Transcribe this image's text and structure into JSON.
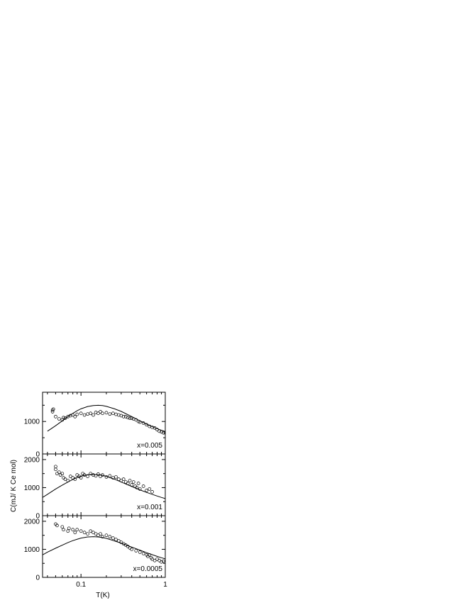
{
  "chart_data": {
    "type": "scatter",
    "xscale": "log",
    "xlim": [
      0.035,
      1
    ],
    "xlabel": "T(K)",
    "ylabel": "C(mJ/ K Ce mol)",
    "x_tick_labels": [
      {
        "value": 0.1,
        "label": "0.1"
      },
      {
        "value": 1,
        "label": "1"
      }
    ],
    "grid": false,
    "panels": [
      {
        "label": "x=0.005",
        "ylim": [
          0,
          1900
        ],
        "y_tick_labels": [
          {
            "value": 0,
            "label": "0"
          },
          {
            "value": 1000,
            "label": "1000"
          }
        ],
        "series": [
          {
            "kind": "markers",
            "marker": "circle",
            "points": [
              [
                0.046,
                1350
              ],
              [
                0.046,
                1300
              ],
              [
                0.047,
                1380
              ],
              [
                0.05,
                1150
              ],
              [
                0.055,
                1080
              ],
              [
                0.06,
                1050
              ],
              [
                0.062,
                1120
              ],
              [
                0.065,
                1100
              ],
              [
                0.07,
                1150
              ],
              [
                0.075,
                1180
              ],
              [
                0.08,
                1200
              ],
              [
                0.085,
                1150
              ],
              [
                0.09,
                1220
              ],
              [
                0.1,
                1250
              ],
              [
                0.11,
                1200
              ],
              [
                0.12,
                1230
              ],
              [
                0.13,
                1250
              ],
              [
                0.14,
                1200
              ],
              [
                0.15,
                1280
              ],
              [
                0.16,
                1250
              ],
              [
                0.17,
                1300
              ],
              [
                0.18,
                1250
              ],
              [
                0.2,
                1270
              ],
              [
                0.22,
                1230
              ],
              [
                0.24,
                1250
              ],
              [
                0.26,
                1220
              ],
              [
                0.28,
                1200
              ],
              [
                0.3,
                1180
              ],
              [
                0.32,
                1150
              ],
              [
                0.34,
                1150
              ],
              [
                0.36,
                1120
              ],
              [
                0.38,
                1100
              ],
              [
                0.4,
                1100
              ],
              [
                0.42,
                1080
              ],
              [
                0.45,
                1050
              ],
              [
                0.48,
                1000
              ],
              [
                0.5,
                980
              ],
              [
                0.55,
                950
              ],
              [
                0.6,
                900
              ],
              [
                0.65,
                850
              ],
              [
                0.7,
                820
              ],
              [
                0.75,
                800
              ],
              [
                0.8,
                750
              ],
              [
                0.85,
                700
              ],
              [
                0.9,
                680
              ],
              [
                0.95,
                650
              ],
              [
                1.0,
                650
              ]
            ]
          },
          {
            "kind": "line",
            "points": [
              [
                0.04,
                700
              ],
              [
                0.05,
                870
              ],
              [
                0.06,
                1020
              ],
              [
                0.07,
                1150
              ],
              [
                0.08,
                1250
              ],
              [
                0.09,
                1330
              ],
              [
                0.1,
                1390
              ],
              [
                0.12,
                1460
              ],
              [
                0.14,
                1490
              ],
              [
                0.16,
                1500
              ],
              [
                0.18,
                1490
              ],
              [
                0.2,
                1465
              ],
              [
                0.25,
                1390
              ],
              [
                0.3,
                1310
              ],
              [
                0.4,
                1150
              ],
              [
                0.5,
                1020
              ],
              [
                0.6,
                920
              ],
              [
                0.7,
                840
              ],
              [
                0.8,
                780
              ],
              [
                0.9,
                730
              ],
              [
                1.0,
                690
              ]
            ]
          }
        ]
      },
      {
        "label": "x=0.001",
        "ylim": [
          0,
          2200
        ],
        "y_tick_labels": [
          {
            "value": 0,
            "label": "0"
          },
          {
            "value": 1000,
            "label": "1000"
          },
          {
            "value": 2000,
            "label": "2000"
          }
        ],
        "series": [
          {
            "kind": "markers",
            "marker": "circle",
            "points": [
              [
                0.05,
                1750
              ],
              [
                0.05,
                1650
              ],
              [
                0.052,
                1500
              ],
              [
                0.055,
                1550
              ],
              [
                0.057,
                1450
              ],
              [
                0.06,
                1500
              ],
              [
                0.062,
                1350
              ],
              [
                0.065,
                1300
              ],
              [
                0.07,
                1250
              ],
              [
                0.075,
                1400
              ],
              [
                0.08,
                1350
              ],
              [
                0.085,
                1300
              ],
              [
                0.09,
                1450
              ],
              [
                0.095,
                1400
              ],
              [
                0.1,
                1350
              ],
              [
                0.105,
                1500
              ],
              [
                0.11,
                1450
              ],
              [
                0.12,
                1400
              ],
              [
                0.13,
                1500
              ],
              [
                0.14,
                1450
              ],
              [
                0.15,
                1420
              ],
              [
                0.16,
                1480
              ],
              [
                0.17,
                1400
              ],
              [
                0.18,
                1450
              ],
              [
                0.2,
                1380
              ],
              [
                0.22,
                1420
              ],
              [
                0.24,
                1350
              ],
              [
                0.26,
                1380
              ],
              [
                0.28,
                1300
              ],
              [
                0.3,
                1250
              ],
              [
                0.32,
                1300
              ],
              [
                0.34,
                1200
              ],
              [
                0.36,
                1150
              ],
              [
                0.38,
                1250
              ],
              [
                0.4,
                1100
              ],
              [
                0.42,
                1200
              ],
              [
                0.44,
                1050
              ],
              [
                0.46,
                1000
              ],
              [
                0.48,
                1150
              ],
              [
                0.5,
                950
              ],
              [
                0.55,
                1050
              ],
              [
                0.6,
                900
              ],
              [
                0.65,
                950
              ],
              [
                0.7,
                850
              ]
            ]
          },
          {
            "kind": "line",
            "points": [
              [
                0.035,
                650
              ],
              [
                0.04,
                760
              ],
              [
                0.05,
                950
              ],
              [
                0.06,
                1090
              ],
              [
                0.07,
                1200
              ],
              [
                0.08,
                1290
              ],
              [
                0.09,
                1360
              ],
              [
                0.1,
                1410
              ],
              [
                0.12,
                1460
              ],
              [
                0.14,
                1470
              ],
              [
                0.16,
                1460
              ],
              [
                0.18,
                1440
              ],
              [
                0.2,
                1400
              ],
              [
                0.25,
                1300
              ],
              [
                0.3,
                1200
              ],
              [
                0.4,
                1040
              ],
              [
                0.5,
                920
              ],
              [
                0.6,
                830
              ],
              [
                0.7,
                760
              ],
              [
                0.8,
                700
              ],
              [
                0.9,
                650
              ],
              [
                1.0,
                610
              ]
            ]
          }
        ]
      },
      {
        "label": "x=0.0005",
        "ylim": [
          0,
          2200
        ],
        "y_tick_labels": [
          {
            "value": 0,
            "label": "0"
          },
          {
            "value": 1000,
            "label": "1000"
          },
          {
            "value": 2000,
            "label": "2000"
          }
        ],
        "series": [
          {
            "kind": "markers",
            "marker": "circle",
            "points": [
              [
                0.05,
                1900
              ],
              [
                0.052,
                1850
              ],
              [
                0.06,
                1800
              ],
              [
                0.062,
                1700
              ],
              [
                0.07,
                1650
              ],
              [
                0.072,
                1750
              ],
              [
                0.08,
                1700
              ],
              [
                0.085,
                1600
              ],
              [
                0.09,
                1700
              ],
              [
                0.1,
                1650
              ],
              [
                0.11,
                1600
              ],
              [
                0.12,
                1550
              ],
              [
                0.13,
                1650
              ],
              [
                0.14,
                1600
              ],
              [
                0.15,
                1550
              ],
              [
                0.16,
                1500
              ],
              [
                0.17,
                1550
              ],
              [
                0.18,
                1450
              ],
              [
                0.2,
                1500
              ],
              [
                0.22,
                1450
              ],
              [
                0.24,
                1400
              ],
              [
                0.26,
                1350
              ],
              [
                0.28,
                1300
              ],
              [
                0.3,
                1250
              ],
              [
                0.32,
                1200
              ],
              [
                0.34,
                1150
              ],
              [
                0.36,
                1100
              ],
              [
                0.38,
                1050
              ],
              [
                0.4,
                1000
              ],
              [
                0.45,
                950
              ],
              [
                0.5,
                900
              ],
              [
                0.55,
                850
              ],
              [
                0.6,
                800
              ],
              [
                0.62,
                750
              ],
              [
                0.65,
                800
              ],
              [
                0.68,
                700
              ],
              [
                0.7,
                650
              ],
              [
                0.75,
                600
              ],
              [
                0.8,
                650
              ],
              [
                0.85,
                600
              ],
              [
                0.9,
                550
              ],
              [
                0.95,
                580
              ]
            ]
          },
          {
            "kind": "line",
            "points": [
              [
                0.035,
                800
              ],
              [
                0.04,
                900
              ],
              [
                0.05,
                1040
              ],
              [
                0.06,
                1150
              ],
              [
                0.07,
                1240
              ],
              [
                0.08,
                1310
              ],
              [
                0.09,
                1360
              ],
              [
                0.1,
                1400
              ],
              [
                0.12,
                1440
              ],
              [
                0.14,
                1450
              ],
              [
                0.16,
                1440
              ],
              [
                0.18,
                1420
              ],
              [
                0.2,
                1390
              ],
              [
                0.25,
                1300
              ],
              [
                0.3,
                1220
              ],
              [
                0.4,
                1080
              ],
              [
                0.5,
                970
              ],
              [
                0.6,
                880
              ],
              [
                0.7,
                810
              ],
              [
                0.8,
                750
              ],
              [
                0.9,
                700
              ],
              [
                1.0,
                660
              ]
            ]
          }
        ]
      }
    ]
  }
}
